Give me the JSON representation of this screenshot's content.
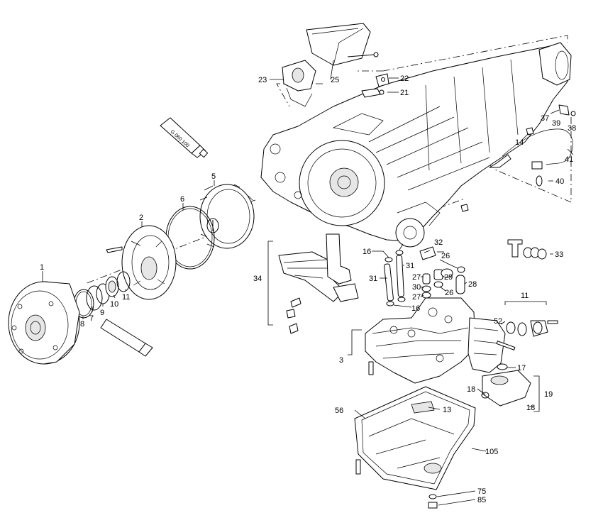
{
  "diagram": {
    "tube_label": "G 060 100",
    "callouts": [
      {
        "id": "c1",
        "text": "1"
      },
      {
        "id": "c2",
        "text": "2"
      },
      {
        "id": "c3",
        "text": "3"
      },
      {
        "id": "c5",
        "text": "5"
      },
      {
        "id": "c6",
        "text": "6"
      },
      {
        "id": "c7",
        "text": "7"
      },
      {
        "id": "c8",
        "text": "8"
      },
      {
        "id": "c9",
        "text": "9"
      },
      {
        "id": "c10",
        "text": "10"
      },
      {
        "id": "c11a",
        "text": "11"
      },
      {
        "id": "c11b",
        "text": "11"
      },
      {
        "id": "c13",
        "text": "13"
      },
      {
        "id": "c14",
        "text": "14"
      },
      {
        "id": "c16a",
        "text": "16"
      },
      {
        "id": "c16b",
        "text": "16"
      },
      {
        "id": "c17",
        "text": "17"
      },
      {
        "id": "c18a",
        "text": "18"
      },
      {
        "id": "c18b",
        "text": "18"
      },
      {
        "id": "c19",
        "text": "19"
      },
      {
        "id": "c21",
        "text": "21"
      },
      {
        "id": "c22",
        "text": "22"
      },
      {
        "id": "c23",
        "text": "23"
      },
      {
        "id": "c25",
        "text": "25"
      },
      {
        "id": "c26a",
        "text": "26"
      },
      {
        "id": "c26b",
        "text": "26"
      },
      {
        "id": "c27a",
        "text": "27"
      },
      {
        "id": "c27b",
        "text": "27"
      },
      {
        "id": "c28",
        "text": "28"
      },
      {
        "id": "c29",
        "text": "29"
      },
      {
        "id": "c30",
        "text": "30"
      },
      {
        "id": "c31a",
        "text": "31"
      },
      {
        "id": "c31b",
        "text": "31"
      },
      {
        "id": "c32",
        "text": "32"
      },
      {
        "id": "c33",
        "text": "33"
      },
      {
        "id": "c34",
        "text": "34"
      },
      {
        "id": "c37",
        "text": "37"
      },
      {
        "id": "c38",
        "text": "38"
      },
      {
        "id": "c39",
        "text": "39"
      },
      {
        "id": "c40",
        "text": "40"
      },
      {
        "id": "c41",
        "text": "41"
      },
      {
        "id": "c52",
        "text": "52"
      },
      {
        "id": "c56",
        "text": "56"
      },
      {
        "id": "c75",
        "text": "75"
      },
      {
        "id": "c85",
        "text": "85"
      },
      {
        "id": "c105",
        "text": "105"
      }
    ]
  }
}
